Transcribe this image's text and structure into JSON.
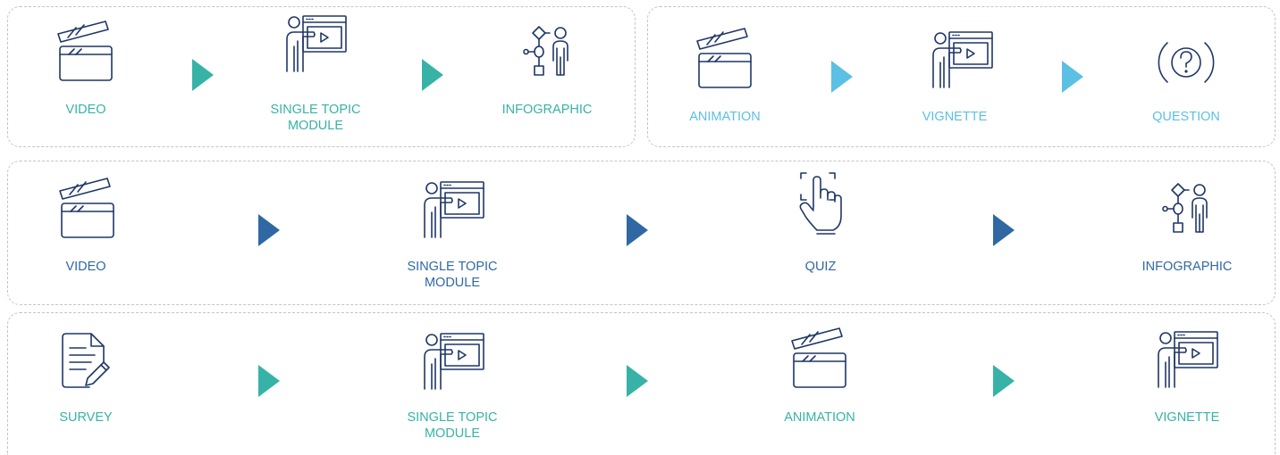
{
  "colors": {
    "teal": "#36b3a6",
    "light_blue": "#5cbfe4",
    "dark_blue": "#2f68a3",
    "icon_navy": "#1f3766",
    "dash_border": "#c4c4c4"
  },
  "flows": [
    {
      "name": "flow-1",
      "arrow_color": "#36b3a6",
      "label_color": "#36b3a6",
      "steps": [
        {
          "label": "VIDEO",
          "icon": "clapperboard-icon"
        },
        {
          "label": "SINGLE TOPIC MODULE",
          "icon": "presenter-icon"
        },
        {
          "label": "INFOGRAPHIC",
          "icon": "flowchart-person-icon"
        }
      ]
    },
    {
      "name": "flow-2",
      "arrow_color": "#5cbfe4",
      "label_color": "#5cbfe4",
      "steps": [
        {
          "label": "ANIMATION",
          "icon": "clapperboard-icon"
        },
        {
          "label": "VIGNETTE",
          "icon": "presenter-icon"
        },
        {
          "label": "QUESTION",
          "icon": "question-icon"
        }
      ]
    },
    {
      "name": "flow-3",
      "arrow_color": "#2f68a3",
      "label_color": "#2f68a3",
      "steps": [
        {
          "label": "VIDEO",
          "icon": "clapperboard-icon"
        },
        {
          "label": "SINGLE TOPIC MODULE",
          "icon": "presenter-icon"
        },
        {
          "label": "QUIZ",
          "icon": "touch-hand-icon"
        },
        {
          "label": "INFOGRAPHIC",
          "icon": "flowchart-person-icon"
        }
      ]
    },
    {
      "name": "flow-4",
      "arrow_color": "#36b3a6",
      "label_color": "#36b3a6",
      "steps": [
        {
          "label": "SURVEY",
          "icon": "survey-document-icon"
        },
        {
          "label": "SINGLE TOPIC MODULE",
          "icon": "presenter-icon"
        },
        {
          "label": "ANIMATION",
          "icon": "clapperboard-icon"
        },
        {
          "label": "VIGNETTE",
          "icon": "presenter-icon"
        }
      ]
    }
  ]
}
